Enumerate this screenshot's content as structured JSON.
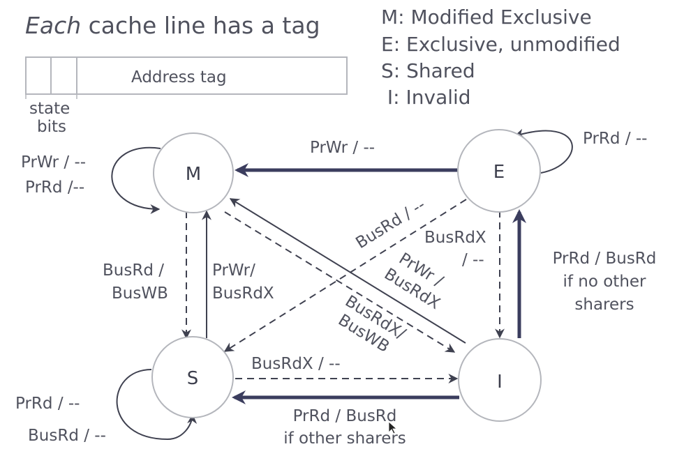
{
  "title": {
    "italic": "Each",
    "rest": " cache line has a tag"
  },
  "tag_box": {
    "field_label": "Address tag",
    "state_bits_label_line1": "state",
    "state_bits_label_line2": "bits"
  },
  "legend": [
    "M: Modified Exclusive",
    "E: Exclusive, unmodified",
    "S: Shared",
    " I: Invalid"
  ],
  "states": {
    "M": "M",
    "E": "E",
    "S": "S",
    "I": "I"
  },
  "transitions": {
    "m_self": [
      "PrWr / --",
      "PrRd /--"
    ],
    "e_self": "PrRd / --",
    "s_self": [
      "PrRd / --",
      "BusRd / --"
    ],
    "e_to_m": "PrWr / --",
    "m_to_s": [
      "BusRd /",
      "BusWB"
    ],
    "s_to_m": [
      "PrWr/",
      "BusRdX"
    ],
    "e_to_s": "BusRd / --",
    "e_to_i": [
      "BusRdX",
      "/ --"
    ],
    "i_to_m": [
      "PrWr /",
      "BusRdX"
    ],
    "m_to_i": [
      "BusRdX/",
      "BusWB"
    ],
    "s_to_i": "BusRdX / --",
    "i_to_s": [
      "PrRd / BusRd",
      "if other sharers"
    ],
    "i_to_e": [
      "PrRd / BusRd",
      "if no other",
      "sharers"
    ]
  },
  "colors": {
    "thick_arrow": "#3b3d5e",
    "node_stroke": "#b4b6bc",
    "text": "#50525e"
  }
}
